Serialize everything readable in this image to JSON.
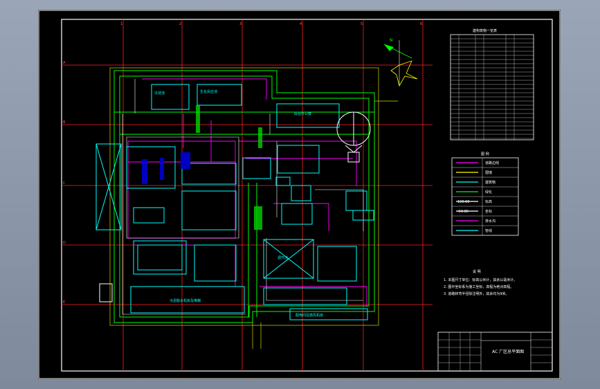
{
  "drawing": {
    "title_block_name": "AC 厂区总平面图",
    "legend_title": "图 例",
    "notes_title": "说 明",
    "notes": [
      "1. 本图尺寸单位：标高以米计，其余以毫米计。",
      "2. 图中坐标系为施工坐标，高程为绝对高程。",
      "3. 道路转弯半径除注明外，其余均为9米。"
    ],
    "building_table_title": "建构筑物一览表",
    "compass_label": "N",
    "legend_items": [
      "道路边线",
      "围墙",
      "建筑物",
      "绿化",
      "标高",
      "坐标",
      "排水沟",
      "管线"
    ],
    "legend_values": [
      "190.00",
      "-50.85"
    ],
    "area_labels": {
      "top_left_tank": "沉淀池",
      "top_cyan_block": "生化反应池",
      "upper_right_building": "综合办公楼",
      "bottom_long_block": "污泥脱水机房及堆棚",
      "bottom_right_strip": "配电间及鼓风机房",
      "center_building": "调节池"
    }
  },
  "icons": {
    "north_arrow": "north-arrow-icon",
    "wind_rose": "wind-rose-icon"
  },
  "colors": {
    "sheet_bg": "#000000",
    "frame": "#ffffff",
    "grid": "#ff2020",
    "road": "#00ff00",
    "pipe": "#ff00ff",
    "building": "#00ffff",
    "line_white": "#ffffff",
    "wall": "#ffff00"
  }
}
